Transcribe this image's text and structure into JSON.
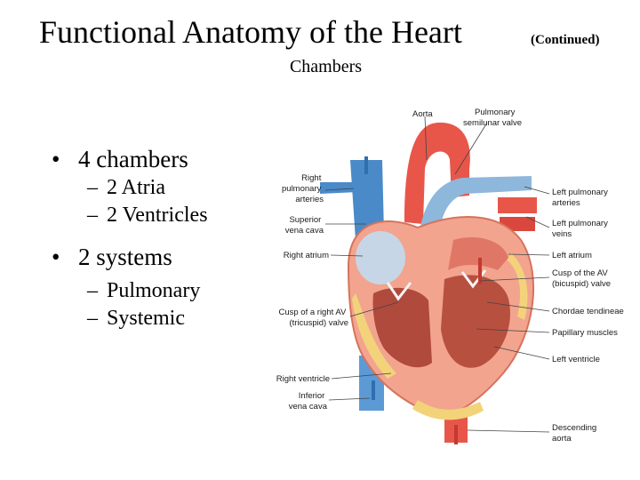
{
  "slide": {
    "title": "Functional Anatomy of the Heart",
    "title_suffix": "(Continued)",
    "subtitle": "Chambers"
  },
  "bullets": [
    {
      "text": "4 chambers",
      "sub": [
        "2 Atria",
        "2 Ventricles"
      ]
    },
    {
      "text": "2 systems",
      "sub": [
        "Pulmonary",
        "Systemic"
      ]
    }
  ],
  "diagram": {
    "labels": {
      "aorta": "Aorta",
      "pulmonary_semilunar_valve": [
        "Pulmonary",
        "semilunar valve"
      ],
      "right_pulmonary_arteries": [
        "Right",
        "pulmonary",
        "arteries"
      ],
      "superior_vena_cava": [
        "Superior",
        "vena cava"
      ],
      "right_atrium": "Right atrium",
      "cusp_right_av": [
        "Cusp of a right AV",
        "(tricuspid) valve"
      ],
      "right_ventricle": "Right ventricle",
      "inferior_vena_cava": [
        "Inferior",
        "vena cava"
      ],
      "left_pulmonary_arteries": [
        "Left pulmonary",
        "arteries"
      ],
      "left_pulmonary_veins": [
        "Left pulmonary",
        "veins"
      ],
      "left_atrium": "Left atrium",
      "cusp_av": [
        "Cusp of the AV",
        "(bicuspid) valve"
      ],
      "chordae_tendineae": "Chordae tendineae",
      "papillary_muscles": "Papillary muscles",
      "left_ventricle": "Left ventricle",
      "descending_aorta": [
        "Descending",
        "aorta"
      ]
    },
    "colors": {
      "oxygenated": "#e8564a",
      "deoxygenated": "#4a8ac8",
      "muscle": "#f2a48f",
      "fat": "#f3d37a"
    }
  }
}
